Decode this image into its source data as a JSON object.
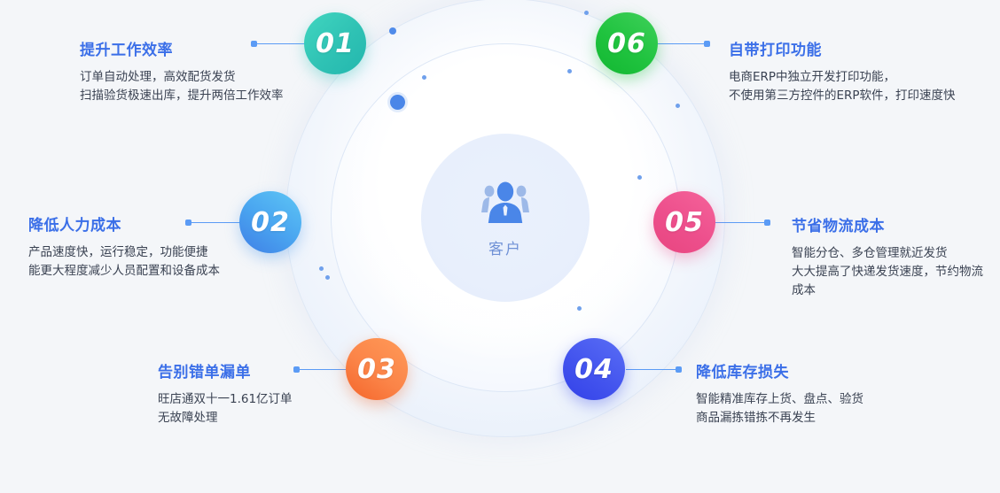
{
  "center": {
    "icon": "customer-group-icon",
    "label": "客户"
  },
  "theme": {
    "background": "#f4f6f9",
    "heading_color": "#3b6fe8",
    "body_color": "#3a4252",
    "connector_color": "#5b9bf5",
    "center_label_color": "#6f91d6"
  },
  "items": [
    {
      "number": "01",
      "title": "提升工作效率",
      "description": "订单自动处理，高效配货发货\n扫描验货极速出库，提升两倍工作效率",
      "color": "#2fc2b4",
      "side": "left"
    },
    {
      "number": "02",
      "title": "降低人力成本",
      "description": "产品速度快，运行稳定，功能便捷\n能更大程度减少人员配置和设备成本",
      "color": "#4aa6f0",
      "side": "left"
    },
    {
      "number": "03",
      "title": "告别错单漏单",
      "description": "旺店通双十一1.61亿订单\n无故障处理",
      "color": "#fb8448",
      "side": "left"
    },
    {
      "number": "04",
      "title": "降低库存损失",
      "description": "智能精准库存上货、盘点、验货\n商品漏拣错拣不再发生",
      "color": "#4354ee",
      "side": "right"
    },
    {
      "number": "05",
      "title": "节省物流成本",
      "description": "智能分仓、多仓管理就近发货\n大大提高了快递发货速度，节约物流成本",
      "color": "#ed4f8c",
      "side": "right"
    },
    {
      "number": "06",
      "title": "自带打印功能",
      "description": "电商ERP中独立开发打印功能，\n不使用第三方控件的ERP软件，打印速度快",
      "color": "#20c33f",
      "side": "right"
    }
  ]
}
